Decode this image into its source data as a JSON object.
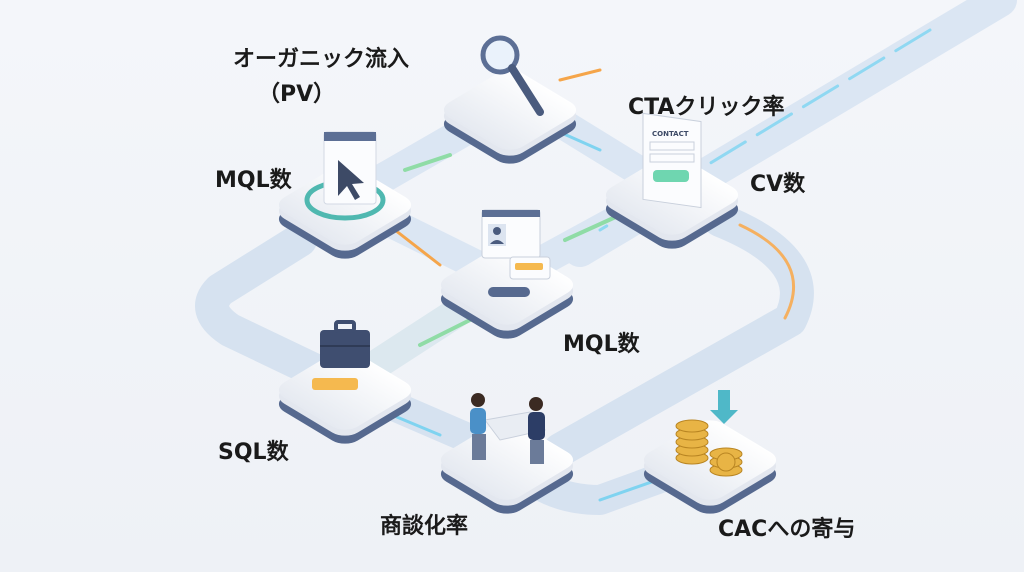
{
  "labels": {
    "organic_inflow": "オーガニック流入",
    "pv": "（PV）",
    "mql_top": "MQL数",
    "cta_click_rate": "CTAクリック率",
    "cv_count": "CV数",
    "mql_center": "MQL数",
    "sql_count": "SQL数",
    "deal_rate": "商談化率",
    "cac_contribution": "CACへの寄与"
  },
  "contact_card": {
    "title": "CONTACT"
  },
  "colors": {
    "track": "#cfe0f2",
    "track_glow": "#7fd3f0",
    "arrow_orange": "#f5a54a",
    "arrow_green": "#8fdca6",
    "platform_top": "#f7f8fb",
    "platform_side": "#5c6f95"
  }
}
